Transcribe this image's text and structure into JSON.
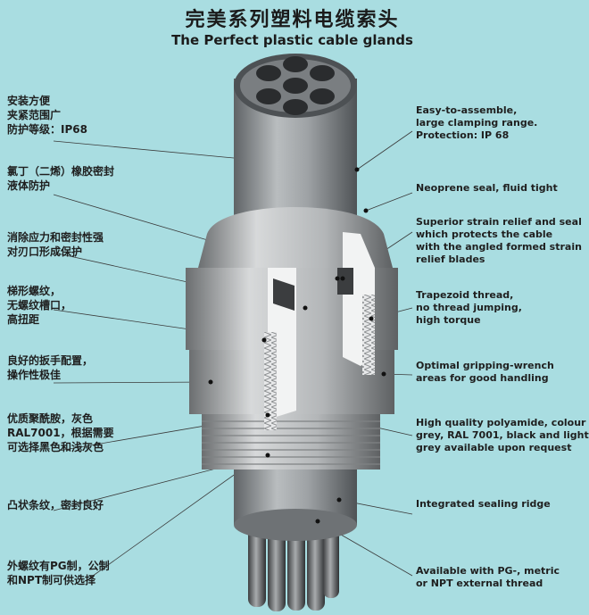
{
  "title_cn": "完美系列塑料电缆索头",
  "title_en": "The Perfect plastic cable glands",
  "left_labels": [
    {
      "lines": [
        "安装方便",
        "夹紧范围广",
        "防护等级：IP68"
      ]
    },
    {
      "lines": [
        "氯丁（二烯）橡胶密封",
        "液体防护"
      ]
    },
    {
      "lines": [
        "消除应力和密封性强",
        "对刃口形成保护"
      ]
    },
    {
      "lines": [
        "梯形螺纹，",
        "无螺纹槽口，",
        "高扭距"
      ]
    },
    {
      "lines": [
        "良好的扳手配置，",
        "操作性极佳"
      ]
    },
    {
      "lines": [
        "优质聚酰胺，灰色",
        "RAL7001，根据需要",
        "可选择黑色和浅灰色"
      ]
    },
    {
      "lines": [
        "凸状条纹，密封良好"
      ]
    },
    {
      "lines": [
        "外螺纹有PG制，公制",
        "和NPT制可供选择"
      ]
    }
  ],
  "right_labels": [
    {
      "lines": [
        "Easy-to-assemble,",
        "large clamping range.",
        "Protection: IP 68"
      ]
    },
    {
      "lines": [
        "Neoprene seal, fluid tight"
      ]
    },
    {
      "lines": [
        "Superior strain relief and seal",
        "which protects the cable",
        "with the angled formed strain",
        "relief blades"
      ]
    },
    {
      "lines": [
        "Trapezoid thread,",
        "no thread jumping,",
        "high torque"
      ]
    },
    {
      "lines": [
        "Optimal gripping-wrench",
        "areas for good handling"
      ]
    },
    {
      "lines": [
        "High quality polyamide, colour",
        "grey, RAL 7001, black and light",
        "grey available upon request"
      ]
    },
    {
      "lines": [
        "Integrated sealing ridge"
      ]
    },
    {
      "lines": [
        "Available with PG-, metric",
        "or NPT external thread"
      ]
    }
  ]
}
